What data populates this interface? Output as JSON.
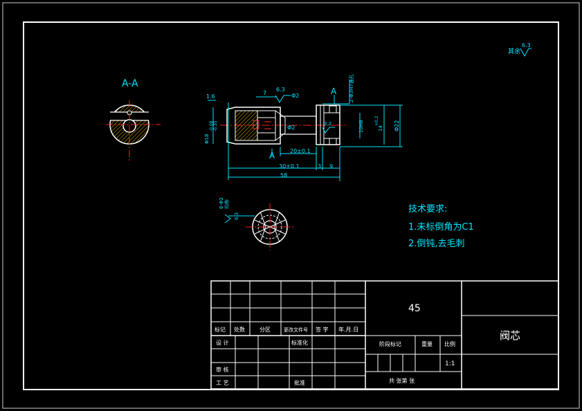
{
  "colors": {
    "background": "#000000",
    "outline": "#ffffff",
    "dimension": "#00e5ff",
    "centerline": "#ff2020",
    "hatch": "#c8a000",
    "thread": "#ff3030"
  },
  "roughness_note": {
    "label": "其余",
    "value": "6.3"
  },
  "section_label": "A-A",
  "view_label": "A",
  "dimensions": {
    "chamfer": "1.6",
    "outer_dia": "Φ18",
    "tol_upper": "-0.08",
    "tol_lower": "-0.35",
    "d7": "7",
    "roughness1": "6.3",
    "hole2": "Φ2",
    "hole_spec": "2-Φ3H7通孔",
    "phi2": "Φ2",
    "len20": "20±0.1",
    "len30": "30±0.1",
    "len3": "3",
    "len9": "9",
    "len58": "58",
    "r32": "3.2",
    "d10": "10H8",
    "d14": "14",
    "d14_tol": "+0.2",
    "phi22": "Φ22"
  },
  "detail_note": {
    "spec": "6-Φ2",
    "kind": "均布",
    "roughness": "6.3"
  },
  "technical_requirements": {
    "title": "技术要求:",
    "items": [
      "1.未标倒角为C1",
      "2.倒钝,去毛刺"
    ]
  },
  "title_block": {
    "material": "45",
    "part_name": "阀芯",
    "scale": "1:1",
    "headers": [
      "标记",
      "处数",
      "分区",
      "更改文件号",
      "签 字",
      "年.月.日"
    ],
    "design": "设 计",
    "standard": "标准化",
    "review": "审 核",
    "process": "工 艺",
    "approve": "批准",
    "stage_mark": "阶段标记",
    "weight": "重量",
    "ratio": "比例",
    "sheets": "共  张第  张"
  }
}
